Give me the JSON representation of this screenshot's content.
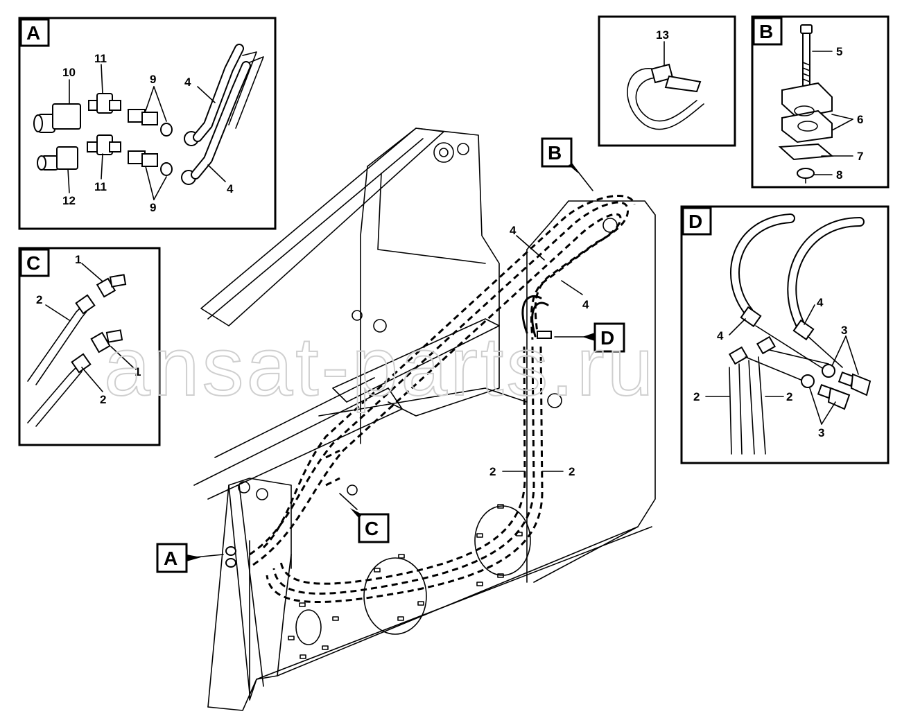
{
  "watermark": "ansat-parts.ru",
  "callouts": {
    "A": "A",
    "B": "B",
    "C": "C",
    "D": "D"
  },
  "panels": {
    "A": {
      "title": "A",
      "labels": {
        "p10": "10",
        "p11_top": "11",
        "p11_bottom": "11",
        "p12": "12",
        "p9_top": "9",
        "p9_bottom": "9",
        "p4_top": "4",
        "p4_bottom": "4"
      }
    },
    "C": {
      "title": "C",
      "labels": {
        "p1_top": "1",
        "p1_bottom": "1",
        "p2_top": "2",
        "p2_bottom": "2"
      }
    },
    "D": {
      "title": "D",
      "labels": {
        "p4_left": "4",
        "p4_right": "4",
        "p3_top": "3",
        "p3_bottom": "3",
        "p2_left": "2",
        "p2_right": "2"
      }
    },
    "B": {
      "title": "B",
      "labels": {
        "p5": "5",
        "p6": "6",
        "p7": "7",
        "p8": "8"
      }
    },
    "strap": {
      "labels": {
        "p13": "13"
      }
    }
  },
  "main_labels": {
    "p4_upper": "4",
    "p4_lower": "4",
    "p2_left": "2",
    "p2_right": "2"
  }
}
